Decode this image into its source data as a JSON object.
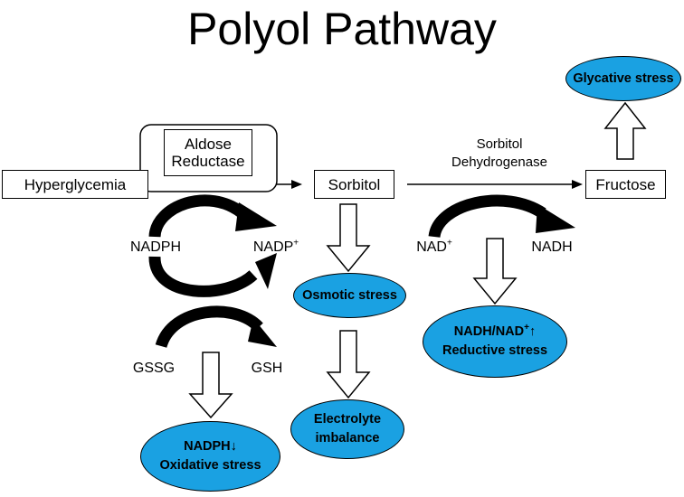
{
  "title": "Polyol Pathway",
  "nodes": {
    "hyperglycemia": "Hyperglycemia",
    "aldose_reductase": "Aldose Reductase",
    "sorbitol": "Sorbitol",
    "sorbitol_dehydrogenase": "Sorbitol Dehydrogenase",
    "fructose": "Fructose"
  },
  "cofactors": {
    "nadph": "NADPH",
    "nadp": "NADP",
    "nadp_sup": "+",
    "gssg": "GSSG",
    "gsh": "GSH",
    "nad": "NAD",
    "nad_sup": "+",
    "nadh": "NADH"
  },
  "outcomes": {
    "glycative": "Glycative stress",
    "osmotic": "Osmotic stress",
    "electrolyte": "Electrolyte imbalance",
    "oxidative_line1": "NADPH↓",
    "oxidative_line2": "Oxidative stress",
    "reductive_line1_a": "NADH/NAD",
    "reductive_line1_sup": "+",
    "reductive_line1_b": "↑",
    "reductive_line2": "Reductive stress"
  },
  "colors": {
    "outcome_fill": "#1aa1e2",
    "stroke": "#000000"
  }
}
